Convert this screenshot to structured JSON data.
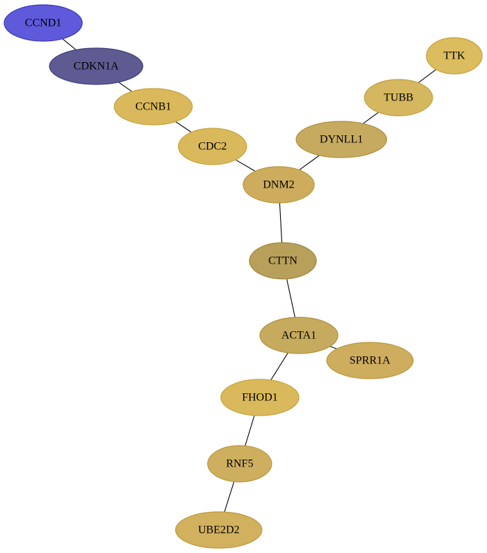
{
  "graph": {
    "nodes": [
      {
        "id": "CCND1",
        "label": "CCND1",
        "fill": "#5e5adb",
        "stroke": "#3a36b8"
      },
      {
        "id": "CDKN1A",
        "label": "CDKN1A",
        "fill": "#5e5b93",
        "stroke": "#3f3c78"
      },
      {
        "id": "CCNB1",
        "label": "CCNB1",
        "fill": "#dab95c",
        "stroke": "#c4a23a"
      },
      {
        "id": "CDC2",
        "label": "CDC2",
        "fill": "#dab95c",
        "stroke": "#c4a23a"
      },
      {
        "id": "DNM2",
        "label": "DNM2",
        "fill": "#cdad5d",
        "stroke": "#b8973d"
      },
      {
        "id": "TTK",
        "label": "TTK",
        "fill": "#dbbc5e",
        "stroke": "#c4a23a"
      },
      {
        "id": "TUBB",
        "label": "TUBB",
        "fill": "#d5b75f",
        "stroke": "#bf9f3d"
      },
      {
        "id": "DYNLL1",
        "label": "DYNLL1",
        "fill": "#c6aa5f",
        "stroke": "#ad9141"
      },
      {
        "id": "CTTN",
        "label": "CTTN",
        "fill": "#b8a05a",
        "stroke": "#9c853f"
      },
      {
        "id": "ACTA1",
        "label": "ACTA1",
        "fill": "#c6aa5d",
        "stroke": "#ad9141"
      },
      {
        "id": "SPRR1A",
        "label": "SPRR1A",
        "fill": "#cead5e",
        "stroke": "#b8973d"
      },
      {
        "id": "FHOD1",
        "label": "FHOD1",
        "fill": "#dab95c",
        "stroke": "#c4a23a"
      },
      {
        "id": "RNF5",
        "label": "RNF5",
        "fill": "#cdaf5f",
        "stroke": "#b8973d"
      },
      {
        "id": "UBE2D2",
        "label": "UBE2D2",
        "fill": "#d1b05e",
        "stroke": "#bb9a3d"
      }
    ],
    "edges": [
      {
        "from": "CCND1",
        "to": "CDKN1A"
      },
      {
        "from": "CDKN1A",
        "to": "CCNB1"
      },
      {
        "from": "CCNB1",
        "to": "CDC2"
      },
      {
        "from": "CDC2",
        "to": "DNM2"
      },
      {
        "from": "TTK",
        "to": "TUBB"
      },
      {
        "from": "TUBB",
        "to": "DYNLL1"
      },
      {
        "from": "DYNLL1",
        "to": "DNM2"
      },
      {
        "from": "DNM2",
        "to": "CTTN"
      },
      {
        "from": "CTTN",
        "to": "ACTA1"
      },
      {
        "from": "ACTA1",
        "to": "SPRR1A"
      },
      {
        "from": "ACTA1",
        "to": "FHOD1"
      },
      {
        "from": "FHOD1",
        "to": "RNF5"
      },
      {
        "from": "RNF5",
        "to": "UBE2D2"
      }
    ]
  }
}
